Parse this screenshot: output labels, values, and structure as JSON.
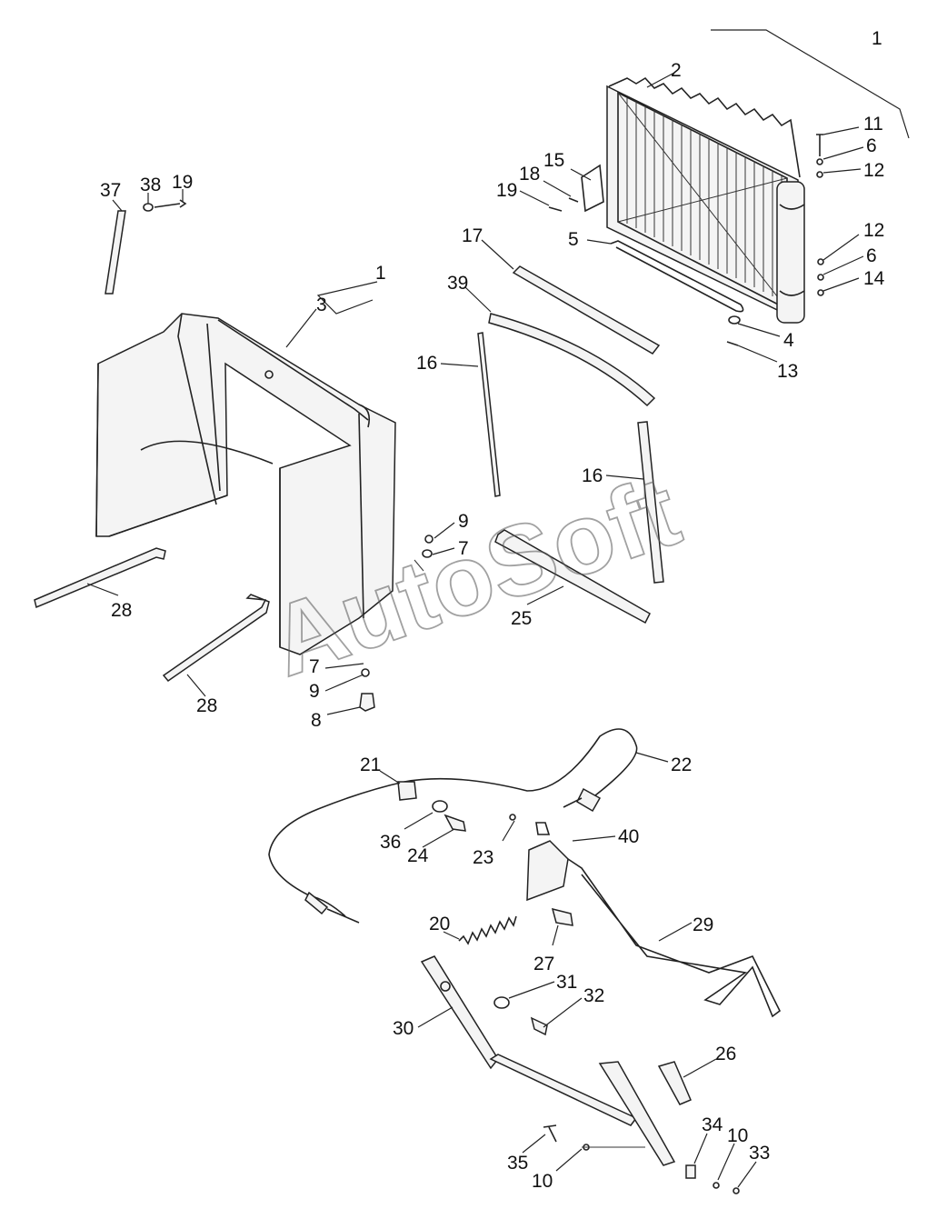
{
  "watermark": "AutoSoft",
  "callouts": [
    {
      "id": "c1a",
      "text": "1"
    },
    {
      "id": "c2",
      "text": "2"
    },
    {
      "id": "c11",
      "text": "11"
    },
    {
      "id": "c6a",
      "text": "6"
    },
    {
      "id": "c12a",
      "text": "12"
    },
    {
      "id": "c15",
      "text": "15"
    },
    {
      "id": "c18",
      "text": "18"
    },
    {
      "id": "c19a",
      "text": "19"
    },
    {
      "id": "c37",
      "text": "37"
    },
    {
      "id": "c38",
      "text": "38"
    },
    {
      "id": "c19b",
      "text": "19"
    },
    {
      "id": "c12b",
      "text": "12"
    },
    {
      "id": "c6b",
      "text": "6"
    },
    {
      "id": "c14",
      "text": "14"
    },
    {
      "id": "c5",
      "text": "5"
    },
    {
      "id": "c17",
      "text": "17"
    },
    {
      "id": "c39",
      "text": "39"
    },
    {
      "id": "c1b",
      "text": "1"
    },
    {
      "id": "c3",
      "text": "3"
    },
    {
      "id": "c4",
      "text": "4"
    },
    {
      "id": "c13",
      "text": "13"
    },
    {
      "id": "c16a",
      "text": "16"
    },
    {
      "id": "c16b",
      "text": "16"
    },
    {
      "id": "c9a",
      "text": "9"
    },
    {
      "id": "c7a",
      "text": "7"
    },
    {
      "id": "c25",
      "text": "25"
    },
    {
      "id": "c28a",
      "text": "28"
    },
    {
      "id": "c28b",
      "text": "28"
    },
    {
      "id": "c7b",
      "text": "7"
    },
    {
      "id": "c9b",
      "text": "9"
    },
    {
      "id": "c8",
      "text": "8"
    },
    {
      "id": "c21",
      "text": "21"
    },
    {
      "id": "c22",
      "text": "22"
    },
    {
      "id": "c36",
      "text": "36"
    },
    {
      "id": "c24",
      "text": "24"
    },
    {
      "id": "c23",
      "text": "23"
    },
    {
      "id": "c40",
      "text": "40"
    },
    {
      "id": "c20",
      "text": "20"
    },
    {
      "id": "c27",
      "text": "27"
    },
    {
      "id": "c29",
      "text": "29"
    },
    {
      "id": "c31",
      "text": "31"
    },
    {
      "id": "c32",
      "text": "32"
    },
    {
      "id": "c30",
      "text": "30"
    },
    {
      "id": "c26",
      "text": "26"
    },
    {
      "id": "c34",
      "text": "34"
    },
    {
      "id": "c10a",
      "text": "10"
    },
    {
      "id": "c33",
      "text": "33"
    },
    {
      "id": "c35",
      "text": "35"
    },
    {
      "id": "c10b",
      "text": "10"
    }
  ]
}
